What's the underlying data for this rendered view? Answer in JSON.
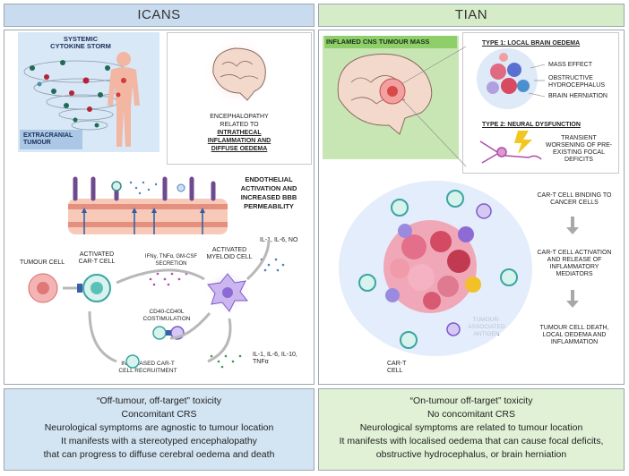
{
  "headers": {
    "left": "ICANS",
    "right": "TIAN"
  },
  "icans": {
    "storm_title": "SYSTEMIC CYTOKINE STORM",
    "extracranial": "EXTRACRANIAL TUMOUR",
    "encephalopathy_l1": "ENCEPHALOPATHY",
    "encephalopathy_l2": "RELATED TO",
    "encephalopathy_b1": "INTRATHECAL",
    "encephalopathy_b2": "INFLAMMATION AND",
    "encephalopathy_b3": "DIFFUSE OEDEMA",
    "endothelial": "ENDOTHELIAL ACTIVATION AND INCREASED BBB PERMEABILITY",
    "il_top": "IL-1, IL-6, NO",
    "tumour_cell": "TUMOUR CELL",
    "activated_cart": "ACTIVATED CAR-T CELL",
    "secretion": "IFNγ, TNFα, GM-CSF SECRETION",
    "activated_myeloid": "ACTIVATED MYELOID CELL",
    "costimulation": "CD40-CD40L COSTIMULATION",
    "il_bottom": "IL-1, IL-6, IL-10, TNFα",
    "recruitment": "INCREASED CAR-T CELL RECRUITMENT"
  },
  "tian": {
    "mass_title": "INFLAMED CNS TUMOUR MASS",
    "type1_title": "TYPE 1: LOCAL BRAIN OEDEMA",
    "type1_items": [
      "MASS EFFECT",
      "OBSTRUCTIVE HYDROCEPHALUS",
      "BRAIN HERNIATION"
    ],
    "type2_title": "TYPE 2: NEURAL DYSFUNCTION",
    "type2_text": "TRANSIENT WORSENING OF PRE-EXISTING FOCAL DEFICITS",
    "steps": [
      "CAR-T CELL BINDING TO CANCER CELLS",
      "CAR-T CELL ACTIVATION AND RELEASE OF INFLAMMATORY MEDIATORS",
      "TUMOUR CELL DEATH, LOCAL OEDEMA AND INFLAMMATION"
    ],
    "tumour_antigen": "TUMOUR-ASSOCIATED ANTIGEN",
    "cart_cell": "CAR-T CELL"
  },
  "footer_left": {
    "line1": "“Off-tumour, off-target” toxicity",
    "line2": "Concomitant CRS",
    "line3": "Neurological symptoms are agnostic to tumour location",
    "line4": "It manifests with a stereotyped encephalopathy",
    "line5": "that can progress to diffuse cerebral oedema and death"
  },
  "footer_right": {
    "line1": "“On-tumour off-target” toxicity",
    "line2": "No concomitant CRS",
    "line3": "Neurological symptoms are related to tumour location",
    "line4": "It manifests with localised oedema that can cause focal deficits,",
    "line5": "obstructive hydrocephalus, or brain herniation"
  },
  "colors": {
    "icans_header": "#c9dcef",
    "tian_header": "#d6ecc8",
    "icans_footer": "#d3e4f3",
    "tian_footer": "#e0f1d6",
    "storm_bg": "#d8e8f6",
    "mass_bg": "#c8e6b4"
  }
}
